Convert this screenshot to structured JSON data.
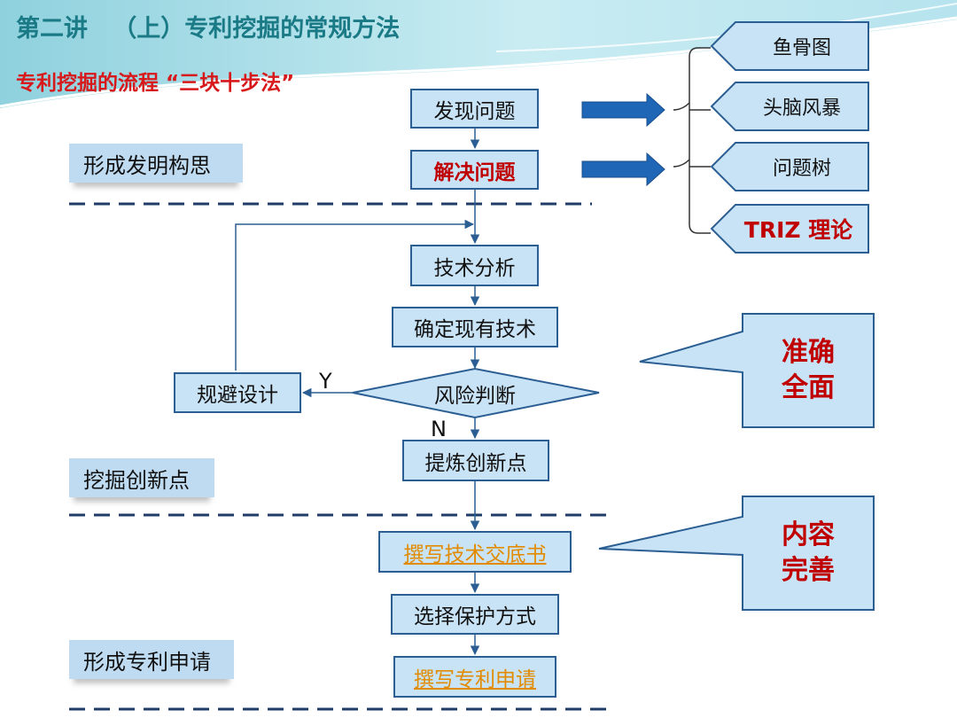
{
  "header": {
    "title": "第二讲   （上）专利挖掘的常规方法",
    "subtitle_part1": "专利挖掘的流程",
    "subtitle_part2": "“三块十步法”"
  },
  "sections": [
    {
      "label": "形成发明构思"
    },
    {
      "label": "挖掘创新点"
    },
    {
      "label": "形成专利申请"
    }
  ],
  "flow": {
    "find_problem": "发现问题",
    "solve_problem": "解决问题",
    "tech_analysis": "技术分析",
    "determine_prior_art": "确定现有技术",
    "risk_judgement": "风险判断",
    "avoid_design": "规避设计",
    "yes_label": "Y",
    "no_label": "N",
    "extract_innovation": "提炼创新点",
    "write_disclosure": "撰写技术交底书",
    "choose_protection": "选择保护方式",
    "write_application": "撰写专利申请"
  },
  "tools": [
    {
      "label": "鱼骨图"
    },
    {
      "label": "头脑风暴"
    },
    {
      "label": "问题树"
    },
    {
      "label": "TRIZ 理论"
    }
  ],
  "callouts": {
    "accurate_line1": "准确",
    "accurate_line2": "全面",
    "complete_line1": "内容",
    "complete_line2": "完善"
  },
  "colors": {
    "accent_teal": "#1a7a86",
    "highlight_red": "#c00000",
    "box_fill": "#c9e3f6",
    "box_border": "#2b5f93",
    "link_orange": "#e38b00"
  }
}
